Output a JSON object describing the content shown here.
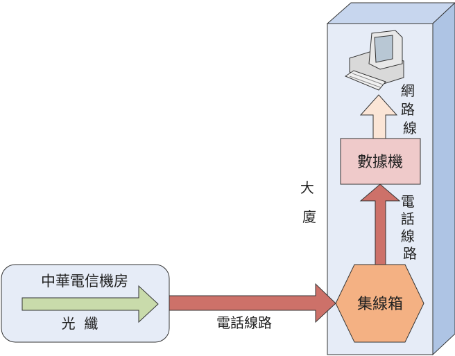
{
  "office": {
    "label": "中華電信機房",
    "fiber_label": "光  纖"
  },
  "phone_line_label": "電話線路",
  "building": {
    "label_chars": [
      "大",
      "廈"
    ]
  },
  "hub": {
    "label": "集線箱"
  },
  "modem": {
    "label": "數據機"
  },
  "phone_line_vertical_chars": [
    "電",
    "話",
    "線",
    "路"
  ],
  "network_cable_chars": [
    "網",
    "路",
    "線"
  ],
  "colors": {
    "building_front": "#e6ecf7",
    "building_side": "#aec4e4",
    "red_arrow": "#cd7169",
    "green_arrow": "#c9dbab",
    "beige_arrow": "#fbe5d6",
    "modem_fill": "#efcaca",
    "hub_fill": "#f4b183"
  }
}
